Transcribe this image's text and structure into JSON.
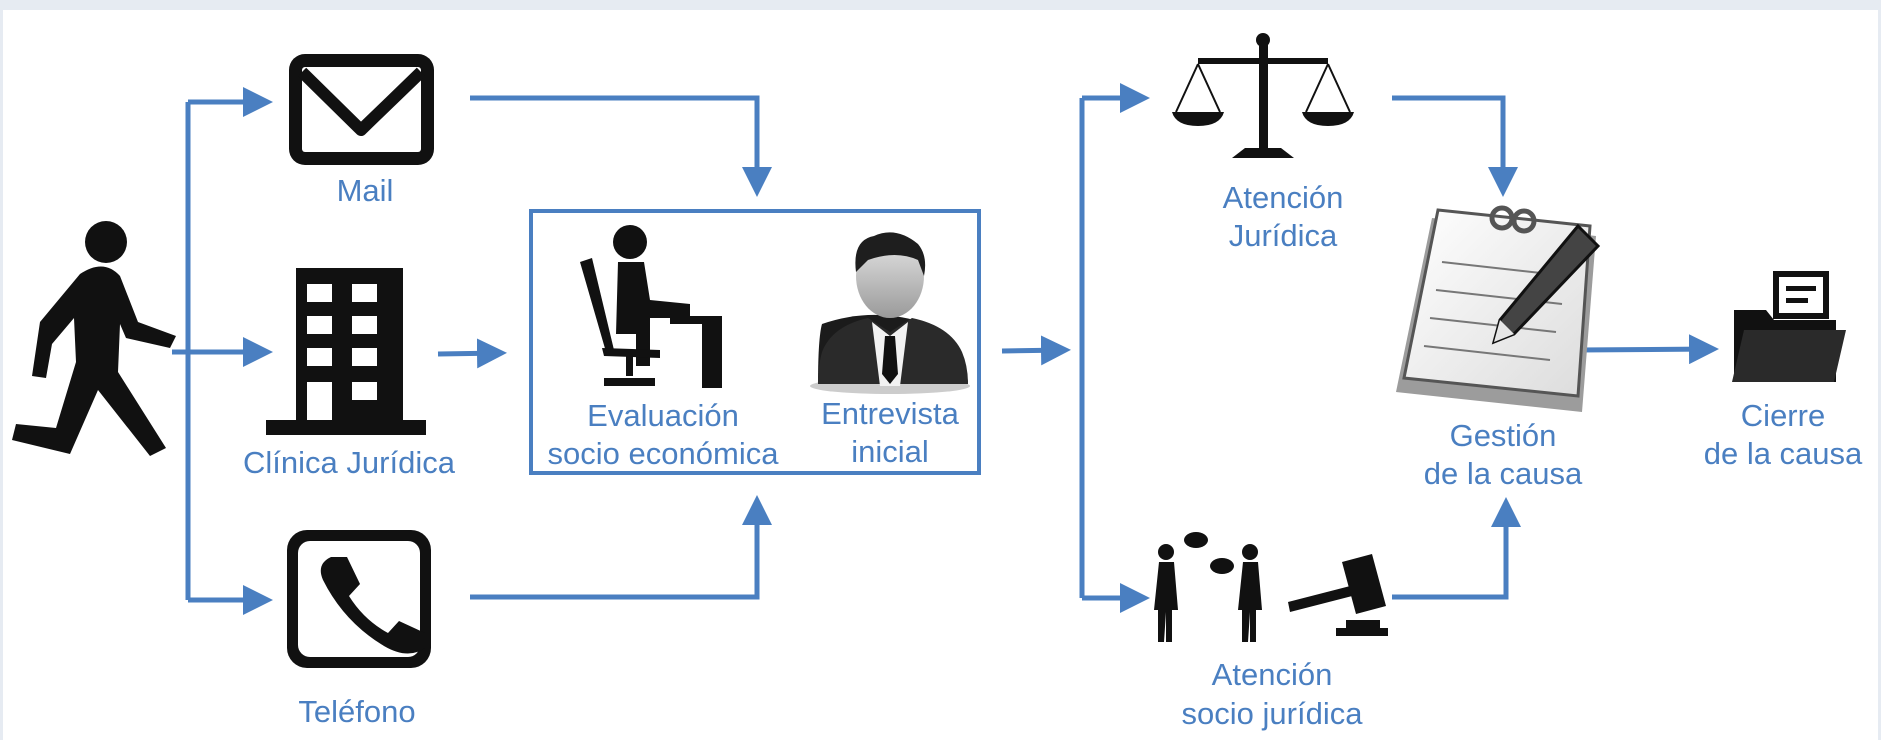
{
  "colors": {
    "accent": "#4a7fc1",
    "icon": "#111111",
    "frame": "#e6ebf2"
  },
  "channels": {
    "mail": {
      "label": "Mail",
      "icon": "envelope-icon"
    },
    "clinic": {
      "label": "Clínica Jurídica",
      "icon": "building-icon"
    },
    "phone": {
      "label": "Teléfono",
      "icon": "phone-icon"
    }
  },
  "client": {
    "icon": "walking-person-icon"
  },
  "intake_box": {
    "evaluation": {
      "line1": "Evaluación",
      "line2": "socio económica",
      "icon": "person-at-desk-icon"
    },
    "interview": {
      "line1": "Entrevista",
      "line2": "inicial",
      "icon": "businessman-avatar-icon"
    }
  },
  "legal_attention": {
    "line1": "Atención",
    "line2": "Jurídica",
    "icon": "scales-of-justice-icon"
  },
  "socio_legal_attention": {
    "line1": "Atención",
    "line2": "socio jurídica",
    "icon": "people-talking-gavel-icon"
  },
  "case_management": {
    "line1": "Gestión",
    "line2": "de la causa",
    "icon": "notepad-pen-icon"
  },
  "case_closure": {
    "line1": "Cierre",
    "line2": "de la causa",
    "icon": "folder-icon"
  }
}
